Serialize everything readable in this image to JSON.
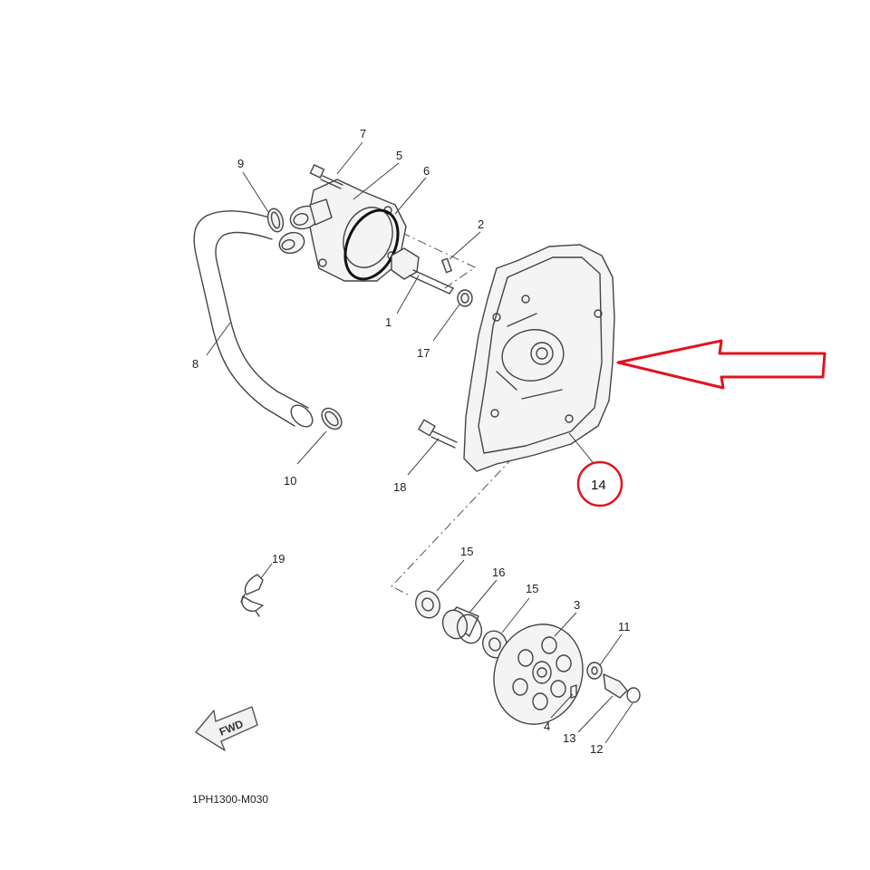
{
  "callouts": {
    "p1": "1",
    "p2": "2",
    "p3": "3",
    "p4": "4",
    "p5": "5",
    "p6": "6",
    "p7": "7",
    "p8": "8",
    "p9": "9",
    "p10": "10",
    "p11": "11",
    "p12": "12",
    "p13": "13",
    "p14": "14",
    "p15a": "15",
    "p15b": "15",
    "p16": "16",
    "p17": "17",
    "p18": "18",
    "p19": "19"
  },
  "fwd_label": "FWD",
  "diagram_code": "1PH1300-M030",
  "highlight": {
    "part": "14",
    "color": "#e0141e"
  },
  "colors": {
    "line": "#444444",
    "highlight": "#e0141e",
    "oring": "#111111"
  },
  "icons": {
    "forward": "fwd-arrow-icon",
    "pointer": "red-arrow-icon"
  }
}
